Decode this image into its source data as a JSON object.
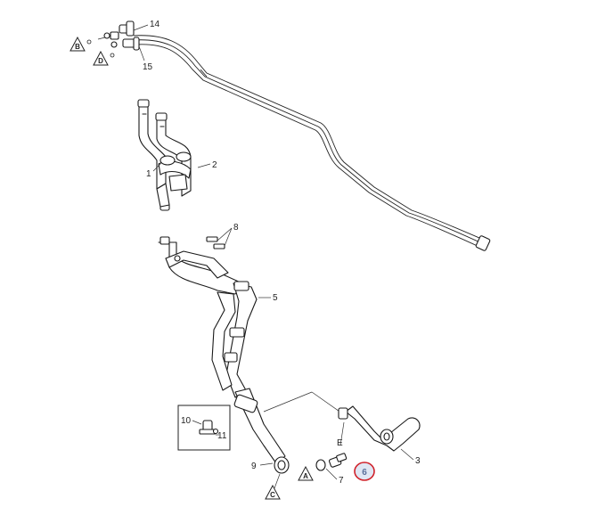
{
  "callouts": {
    "c1": "1",
    "c2": "2",
    "c3": "3",
    "c5": "5",
    "c6": "6",
    "c7": "7",
    "c8": "8",
    "c9": "9",
    "c10": "10",
    "c11": "11",
    "c14": "14",
    "c15": "15",
    "cE": "E"
  },
  "connection_marks": {
    "A": "A",
    "B": "B",
    "C": "C",
    "D": "D"
  },
  "colors": {
    "line": "#1a1a1a",
    "highlight_ring": "#d0212a",
    "highlight_fill": "#dfe6f3",
    "highlight_text": "#5a6f9a"
  }
}
